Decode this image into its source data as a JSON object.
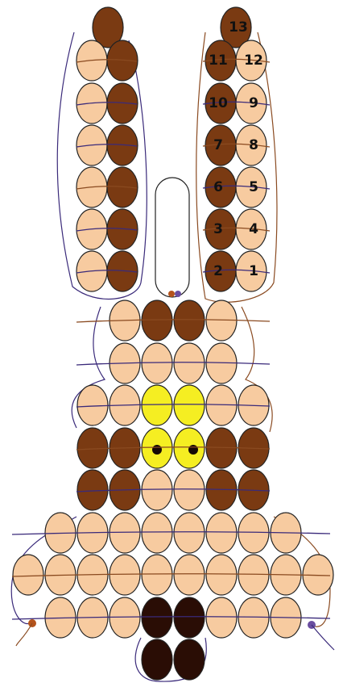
{
  "colors": {
    "light": "#F7CBA0",
    "brown": "#7A3A12",
    "yellow": "#F5EE22",
    "black": "#2A0D05",
    "eye": "#150805",
    "wire": "#3A2A7A",
    "wire_warm": "#8A4A20",
    "outline": "#222222",
    "slot": "#ffffff",
    "end_left": "#B4531C",
    "end_right": "#6A4EA0"
  },
  "bead_labels": [
    "1",
    "2",
    "3",
    "4",
    "5",
    "6",
    "7",
    "8",
    "9",
    "10",
    "11",
    "12",
    "13"
  ]
}
